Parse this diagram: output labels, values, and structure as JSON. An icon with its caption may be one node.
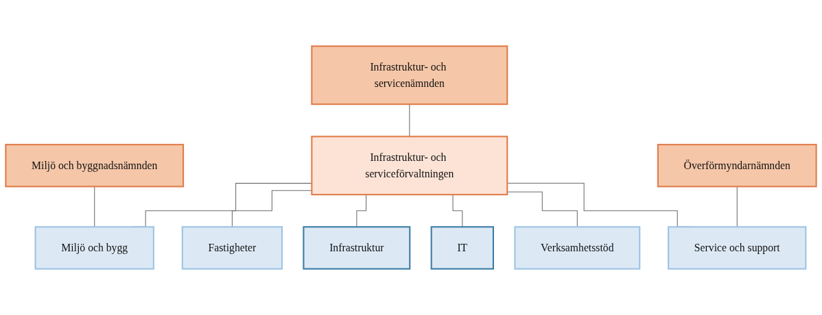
{
  "diagram": {
    "nodes": [
      {
        "text": [
          "Miljö och byggnadsnämnden"
        ]
      },
      {
        "text": [
          "Infrastruktur- och servicenämnden"
        ]
      },
      {
        "text": [
          "Överförmyndarnämnden"
        ]
      },
      {
        "text": [
          "Infrastruktur- och serviceförvaltningen"
        ]
      },
      {
        "text": [
          "Miljö och bygg"
        ]
      },
      {
        "text": [
          "Fastigheter"
        ]
      },
      {
        "text": [
          "Infrastruktur"
        ]
      },
      {
        "text": [
          "IT"
        ]
      },
      {
        "text": [
          "Verksamhetsstöd"
        ]
      },
      {
        "text": [
          "Service och support"
        ]
      }
    ],
    "edges": [
      {
        "from": 0,
        "to": 4,
        "arrow": "none"
      },
      {
        "from": 1,
        "to": 3,
        "arrow": "none"
      },
      {
        "from": 3,
        "to": 4,
        "arrow": "none"
      },
      {
        "from": 3,
        "to": 5,
        "arrow": "none"
      },
      {
        "from": 3,
        "to": 6,
        "arrow": "none"
      },
      {
        "from": 3,
        "to": 7,
        "arrow": "none"
      },
      {
        "from": 3,
        "to": 8,
        "arrow": "none"
      },
      {
        "from": 3,
        "to": 9,
        "arrow": "none"
      },
      {
        "from": 2,
        "to": 9,
        "arrow": "none"
      }
    ]
  }
}
